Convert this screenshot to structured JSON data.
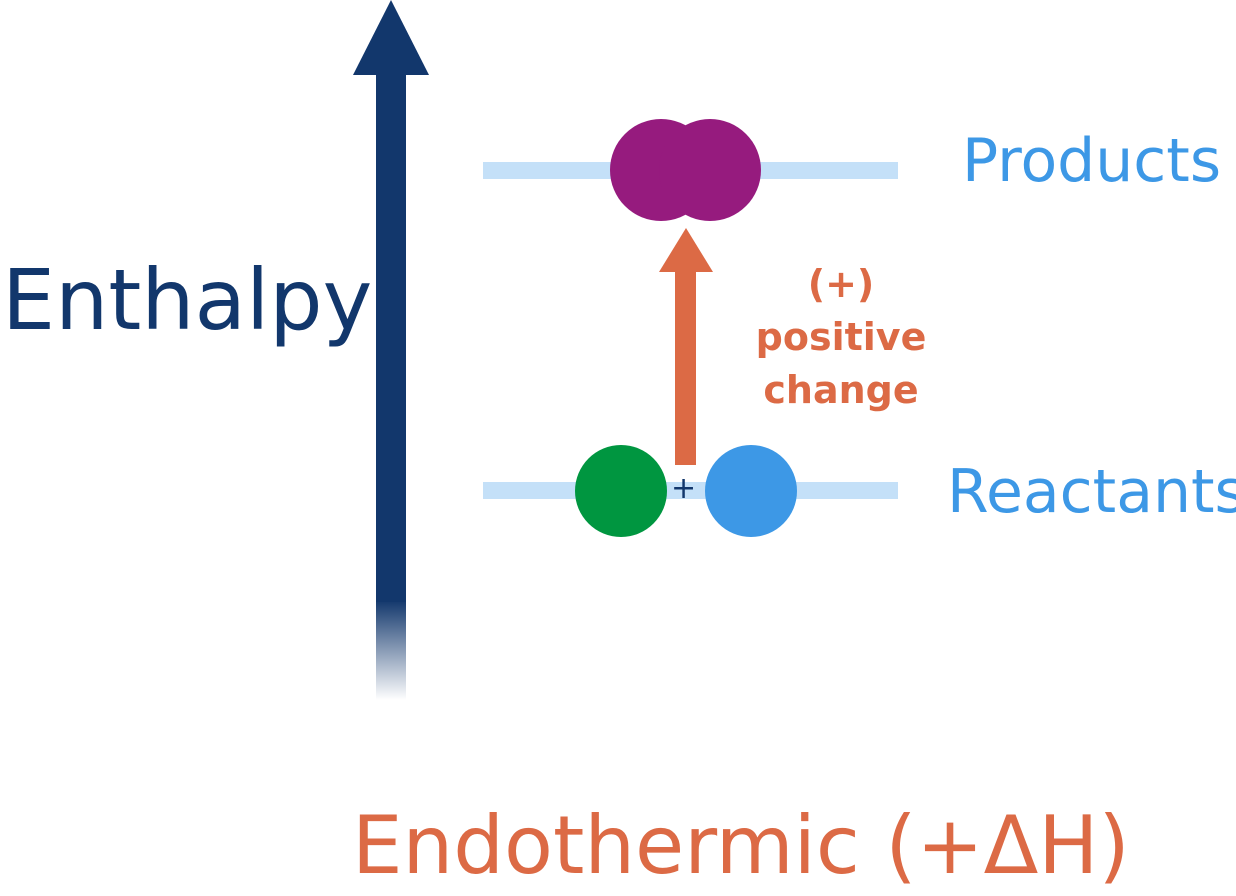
{
  "colors": {
    "axis": "#12376c",
    "level_line": "#c4e0f8",
    "level_text": "#3d98e6",
    "accent": "#dc6a45",
    "product": "#961b7e",
    "reactant_a": "#009640",
    "reactant_b": "#3d98e6"
  },
  "axis": {
    "label": "Enthalpy"
  },
  "levels": {
    "products_label": "Products",
    "reactants_label": "Reactants"
  },
  "reaction": {
    "plus": "+",
    "change_lines": [
      "(+)",
      "positive",
      "change"
    ]
  },
  "footer": {
    "title": "Endothermic (+ΔH)"
  },
  "icons": [
    "up-arrow-icon",
    "product-molecule-icon",
    "reactant-atom-icon"
  ]
}
